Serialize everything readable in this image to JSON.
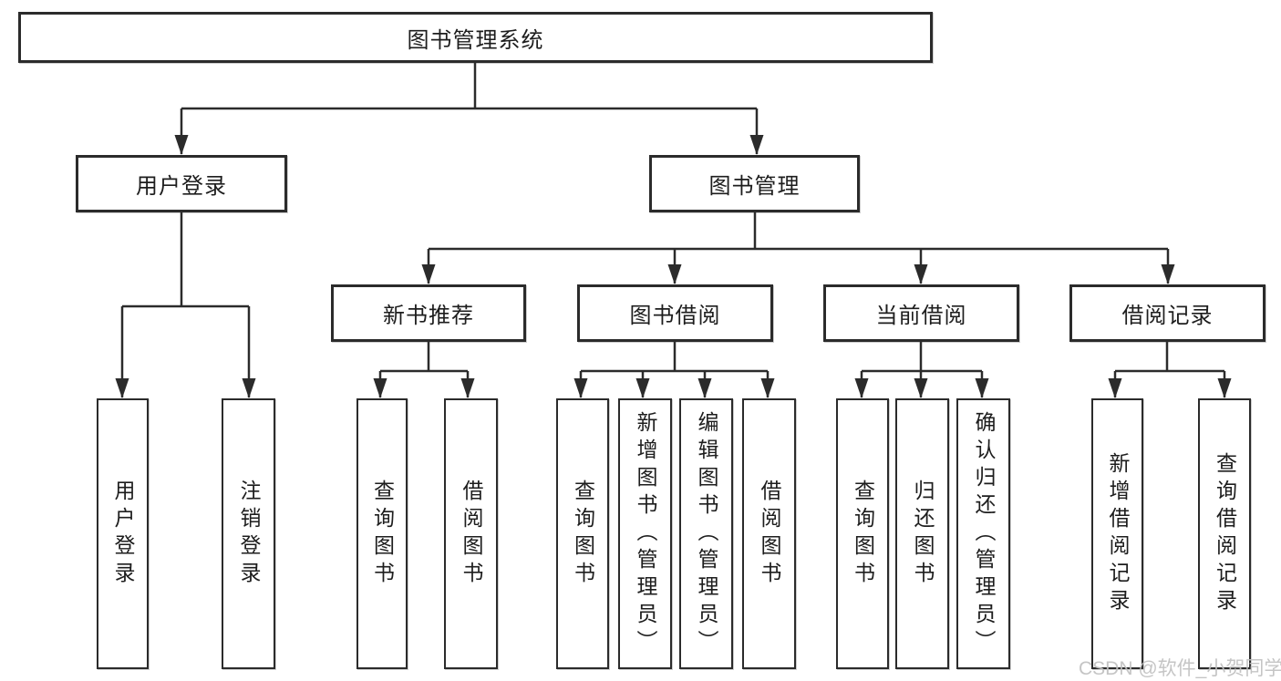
{
  "tree": {
    "root": "图书管理系统",
    "children": [
      {
        "label": "用户登录",
        "leaves": [
          "用户登录",
          "注销登录"
        ]
      },
      {
        "label": "图书管理",
        "children": [
          {
            "label": "新书推荐",
            "leaves": [
              "查询图书",
              "借阅图书"
            ]
          },
          {
            "label": "图书借阅",
            "leaves": [
              "查询图书",
              "新增图书（管理员）",
              "编辑图书（管理员）",
              "借阅图书"
            ]
          },
          {
            "label": "当前借阅",
            "leaves": [
              "查询图书",
              "归还图书",
              "确认归还（管理员）"
            ]
          },
          {
            "label": "借阅记录",
            "leaves": [
              "新增借阅记录",
              "查询借阅记录"
            ]
          }
        ]
      }
    ]
  },
  "watermark": {
    "text": "CSDN @软件_小贺同学",
    "color": "#c0c0c0"
  },
  "colors": {
    "background": "#ffffff",
    "line": "#2b2b2b",
    "box_border": "#2b2b2b",
    "text": "#1d1d1d"
  }
}
